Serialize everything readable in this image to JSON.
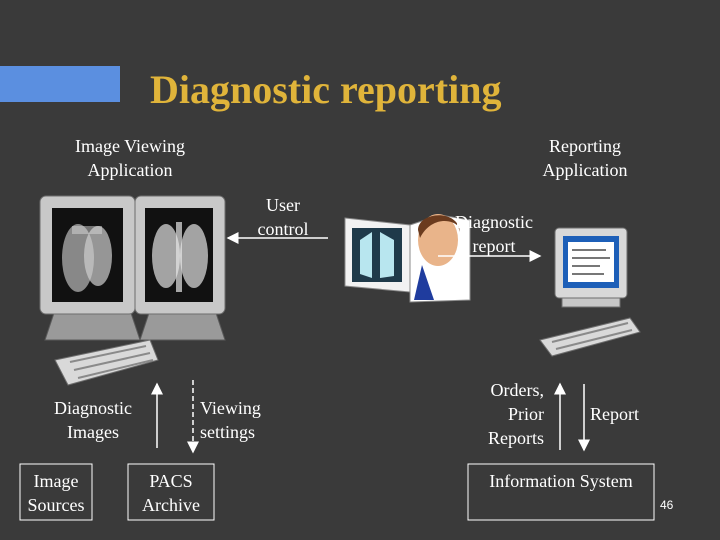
{
  "title": "Diagnostic reporting",
  "labels": {
    "image_viewing_app": [
      "Image Viewing",
      "Application"
    ],
    "reporting_app": [
      "Reporting",
      "Application"
    ],
    "user_control": [
      "User",
      "control"
    ],
    "diagnostic_report": [
      "Diagnostic",
      "report"
    ],
    "diagnostic_images": [
      "Diagnostic",
      "Images"
    ],
    "viewing_settings": [
      "Viewing",
      "settings"
    ],
    "orders_prior_reports": [
      "Orders,",
      "Prior",
      "Reports"
    ],
    "report": "Report",
    "image_sources": [
      "Image",
      "Sources"
    ],
    "pacs_archive": [
      "PACS",
      "Archive"
    ],
    "information_system": "Information System"
  },
  "slide_number": "46",
  "colors": {
    "background": "#3a3a3a",
    "title": "#e0b43a",
    "accent_bar": "#5b8fe0",
    "text": "#ffffff"
  }
}
